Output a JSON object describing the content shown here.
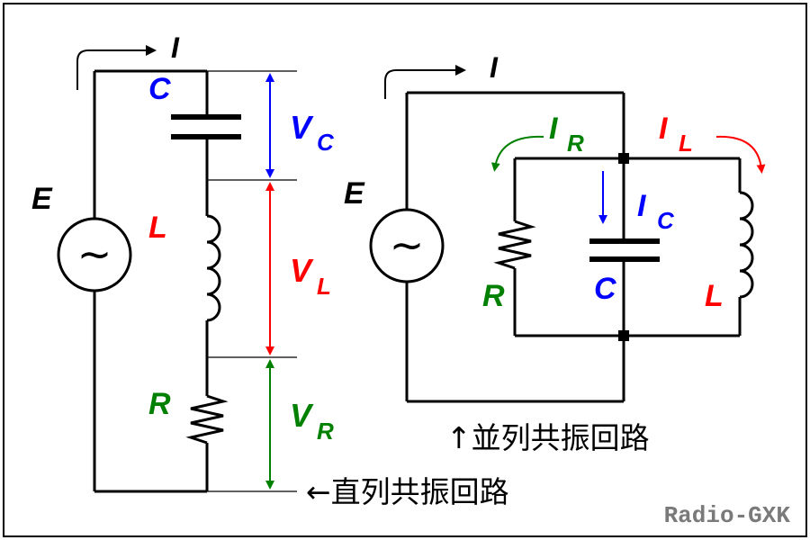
{
  "series_circuit": {
    "source_label": "E",
    "current_label": "I",
    "capacitor_label": "C",
    "inductor_label": "L",
    "resistor_label": "R",
    "voltage_c": {
      "main": "V",
      "sub": "C"
    },
    "voltage_l": {
      "main": "V",
      "sub": "L"
    },
    "voltage_r": {
      "main": "V",
      "sub": "R"
    },
    "caption": "←直列共振回路"
  },
  "parallel_circuit": {
    "source_label": "E",
    "current_label": "I",
    "resistor_label": "R",
    "capacitor_label": "C",
    "inductor_label": "L",
    "current_r": {
      "main": "I",
      "sub": "R"
    },
    "current_c": {
      "main": "I",
      "sub": "C"
    },
    "current_l": {
      "main": "I",
      "sub": "L"
    },
    "caption": "↑並列共振回路"
  },
  "source_symbol": "~",
  "watermark": "Radio-GXK",
  "colors": {
    "wire": "#000000",
    "blue": "#0000ff",
    "red": "#ff0000",
    "green": "#008000",
    "watermark": "#7a7a7a"
  }
}
